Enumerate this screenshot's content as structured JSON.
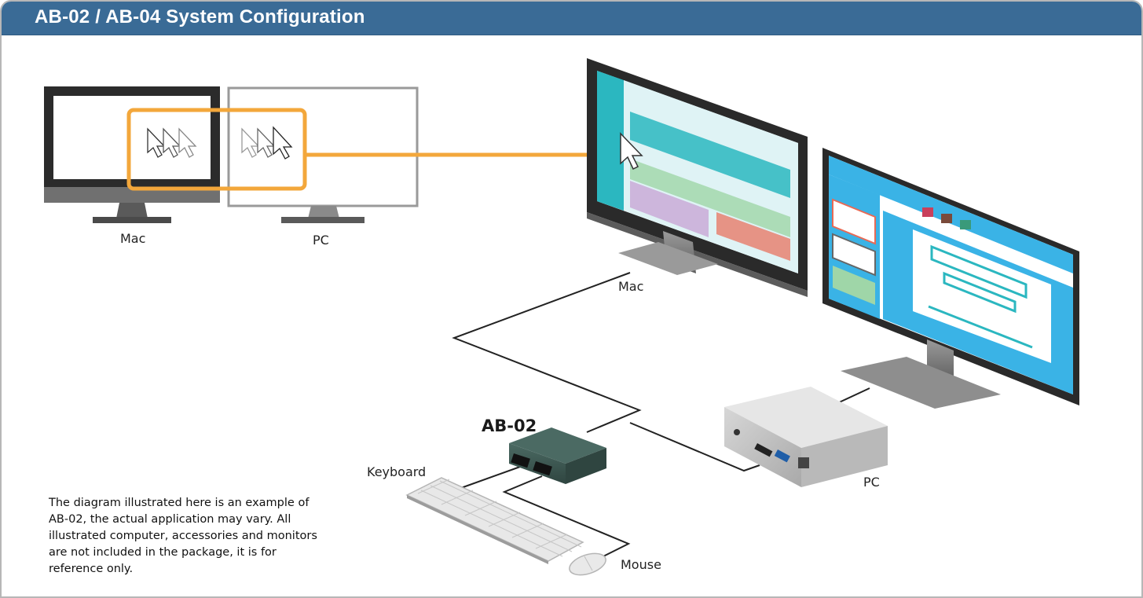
{
  "header": {
    "title": "AB-02 / AB-04 System Configuration"
  },
  "labels": {
    "small_mac": "Mac",
    "small_pc": "PC",
    "big_mac": "Mac",
    "big_pc": "PC",
    "device": "AB-02",
    "keyboard": "Keyboard",
    "mouse": "Mouse"
  },
  "note": "The diagram illustrated here is an example of AB-02, the actual application may vary. All illustrated computer, accessories and monitors are not included in the package, it is for reference only.",
  "colors": {
    "header": "#3a6b96",
    "highlight": "#f3a73b",
    "teal": "#2bb7c0",
    "screen_blue": "#3ab3e6",
    "device": "#3d5650"
  },
  "icons": [
    "cursor-icon"
  ]
}
